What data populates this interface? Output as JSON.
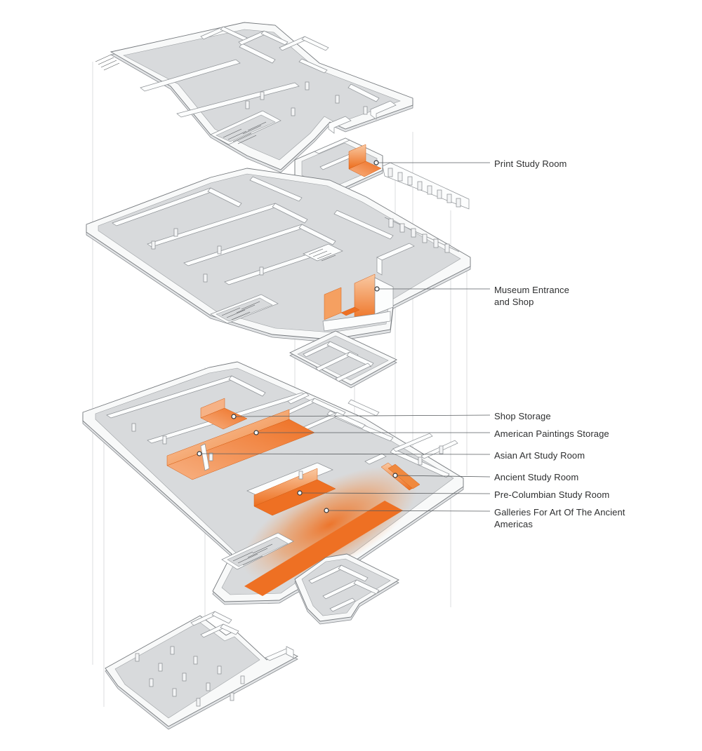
{
  "annotations": {
    "items": [
      {
        "label": "Print Study Room"
      },
      {
        "label": "Museum Entrance and Shop"
      },
      {
        "label": "Shop Storage"
      },
      {
        "label": "American Paintings Storage"
      },
      {
        "label": "Asian Art Study Room"
      },
      {
        "label": "Ancient Study Room"
      },
      {
        "label": "Pre-Columbian Study Room"
      },
      {
        "label": "Galleries For Art Of The Ancient Americas"
      }
    ]
  },
  "colors": {
    "highlight": "#EE7023",
    "highlight_light": "#F9CBA8",
    "floor_gray": "#D8DADC",
    "wall_white": "#FCFDFD",
    "line_gray": "#8D9195",
    "label_text": "#2E2F30"
  }
}
